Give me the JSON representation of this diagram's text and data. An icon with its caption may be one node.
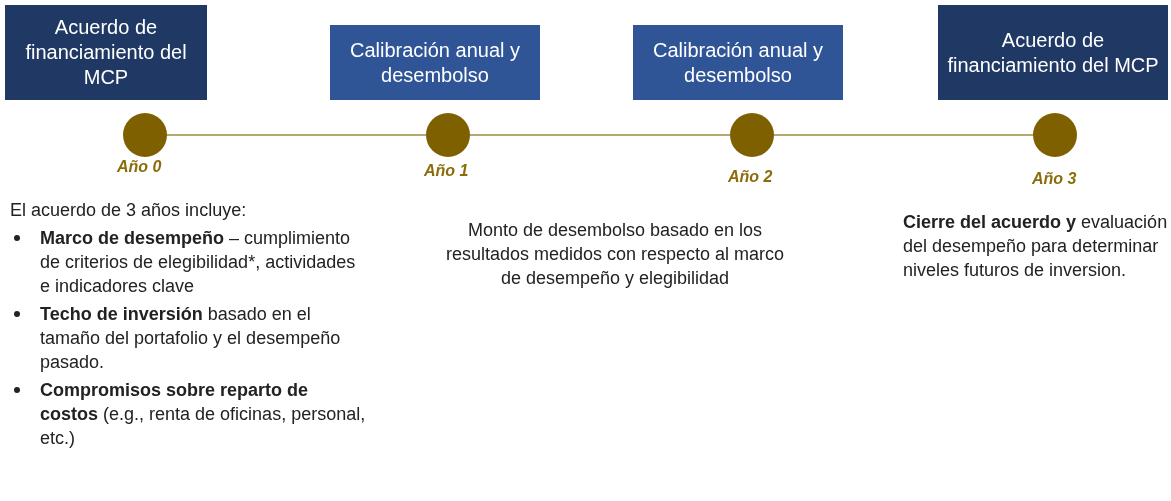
{
  "diagram": {
    "nodes": [
      {
        "text": [
          "Acuerdo de financiamiento del MCP"
        ]
      },
      {
        "text": [
          "Calibración anual y desembolso"
        ]
      },
      {
        "text": [
          "Calibración anual y desembolso"
        ]
      },
      {
        "text": [
          "Acuerdo de financiamiento del MCP"
        ]
      },
      {
        "text": [],
        "shape": "circle",
        "beside": [
          "Año 0"
        ]
      },
      {
        "text": [],
        "shape": "circle",
        "beside": [
          "Año 1"
        ]
      },
      {
        "text": [],
        "shape": "circle",
        "beside": [
          "Año 2"
        ]
      },
      {
        "text": [],
        "shape": "circle",
        "beside": [
          "Año 3"
        ]
      }
    ],
    "edges": [
      {
        "from": 4,
        "to": 5,
        "arrow": "none"
      },
      {
        "from": 5,
        "to": 6,
        "arrow": "none"
      },
      {
        "from": 6,
        "to": 7,
        "arrow": "none"
      }
    ],
    "labels": [
      "El acuerdo de 3 años incluye:",
      "**Marco de desempeño** – cumplimiento de criterios de elegibilidad*, actividades e indicadores clave",
      "**Techo de inversión** basado en el tamaño del portafolio y el desempeño pasado.",
      "**Compromisos sobre reparto de costos** (e.g., renta de oficinas, personal, etc.)",
      "Monto de desembolso basado en los resultados medidos con respecto al marco de desempeño y elegibilidad",
      "**Cierre del acuerdo y** evaluación del desempeño para determinar niveles futuros de inversion."
    ]
  }
}
